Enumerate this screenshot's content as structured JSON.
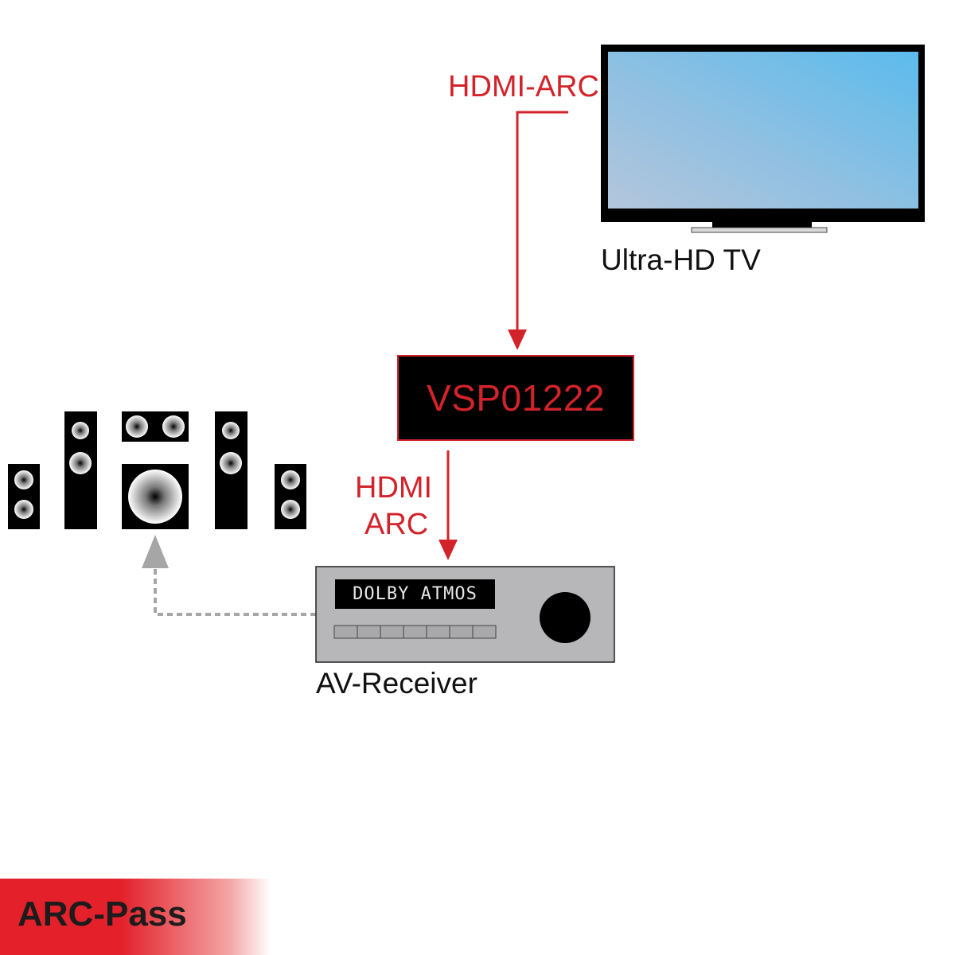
{
  "labels": {
    "top_link": "HDMI-ARC",
    "tv": "Ultra-HD TV",
    "device": "VSP01222",
    "lower_link_line1": "HDMI",
    "lower_link_line2": "ARC",
    "receiver_display": "DOLBY ATMOS",
    "receiver": "AV-Receiver",
    "mode_badge": "ARC-Pass"
  },
  "colors": {
    "accent_red": "#d3232a",
    "badge_red": "#e4212b",
    "tv_screen_from": "#5bbbec",
    "tv_screen_to": "#a8c2dc",
    "receiver_body": "#b7b7b9",
    "dashed_link": "#a6a6a6"
  },
  "icons": [
    "tv-icon",
    "speaker-icon",
    "subwoofer-icon",
    "receiver-knob-icon",
    "arrow-down-icon",
    "arrow-up-icon"
  ]
}
